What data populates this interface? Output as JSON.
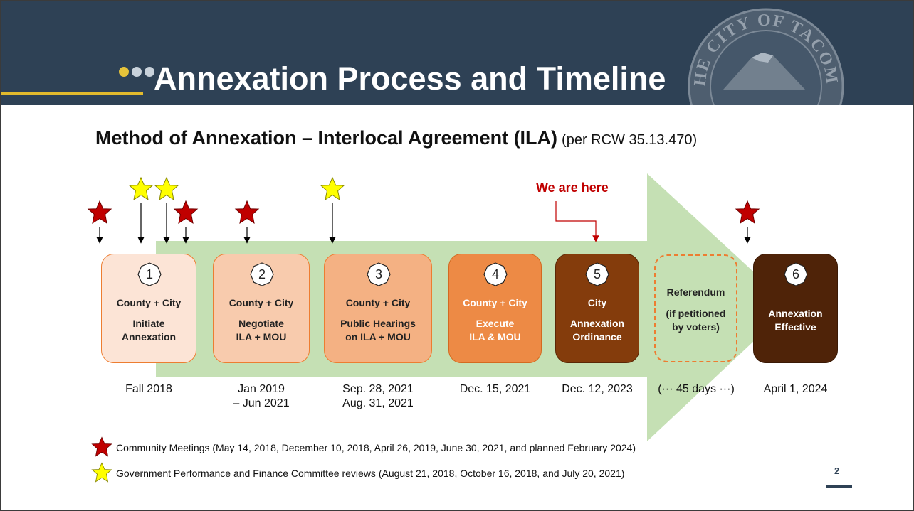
{
  "header": {
    "title": "Annexation Process and Timeline",
    "seal_text": "THE CITY OF TACOMA",
    "colors": {
      "background": "#2e4155",
      "gold": "#e2ba2d",
      "dot_gold": "#e6c33a",
      "dot_light": "#c9d2db"
    }
  },
  "subtitle": {
    "main": "Method of Annexation – Interlocal Agreement (ILA)",
    "note": "(per RCW 35.13.470)"
  },
  "current_marker": {
    "label": "We are here",
    "color": "#c00000"
  },
  "steps": [
    {
      "number": "1",
      "line1": "County + City",
      "line2": "Initiate",
      "line3": "Annexation",
      "date1": "Fall 2018",
      "date2": "",
      "fill": "#fce4d6"
    },
    {
      "number": "2",
      "line1": "County + City",
      "line2": "Negotiate",
      "line3": "ILA + MOU",
      "date1": "Jan 2019",
      "date2": "– Jun 2021",
      "fill": "#f8cbad"
    },
    {
      "number": "3",
      "line1": "County + City",
      "line2": "Public Hearings",
      "line3": "on ILA + MOU",
      "date1": "Sep. 28, 2021",
      "date2": "Aug. 31, 2021",
      "fill": "#f4b183"
    },
    {
      "number": "4",
      "line1": "County + City",
      "line2": "Execute",
      "line3": "ILA & MOU",
      "date1": "Dec. 15, 2021",
      "date2": "",
      "fill": "#ed8a45"
    },
    {
      "number": "5",
      "line1": "City",
      "line2": "Annexation",
      "line3": "Ordinance",
      "date1": "Dec. 12, 2023",
      "date2": "",
      "fill": "#843c0c"
    },
    {
      "number": "6",
      "line1": "",
      "line2": "Annexation",
      "line3": "Effective",
      "date1": "April 1, 2024",
      "date2": "",
      "fill": "#4f2308"
    }
  ],
  "referendum": {
    "line1": "Referendum",
    "line2": "(if petitioned",
    "line3": "by voters)",
    "date": "(··· 45 days ···)"
  },
  "legend": [
    {
      "icon": "red-star",
      "color": "#c00000",
      "text": "Community Meetings (May 14, 2018, December 10, 2018, April 26, 2019, June 30, 2021, and planned February 2024)"
    },
    {
      "icon": "yellow-star",
      "color": "#ffff00",
      "text": "Government Performance and Finance Committee reviews (August 21, 2018, October 16, 2018, and July 20, 2021)"
    }
  ],
  "page_number": "2",
  "arrow_color": "#c5e0b4"
}
